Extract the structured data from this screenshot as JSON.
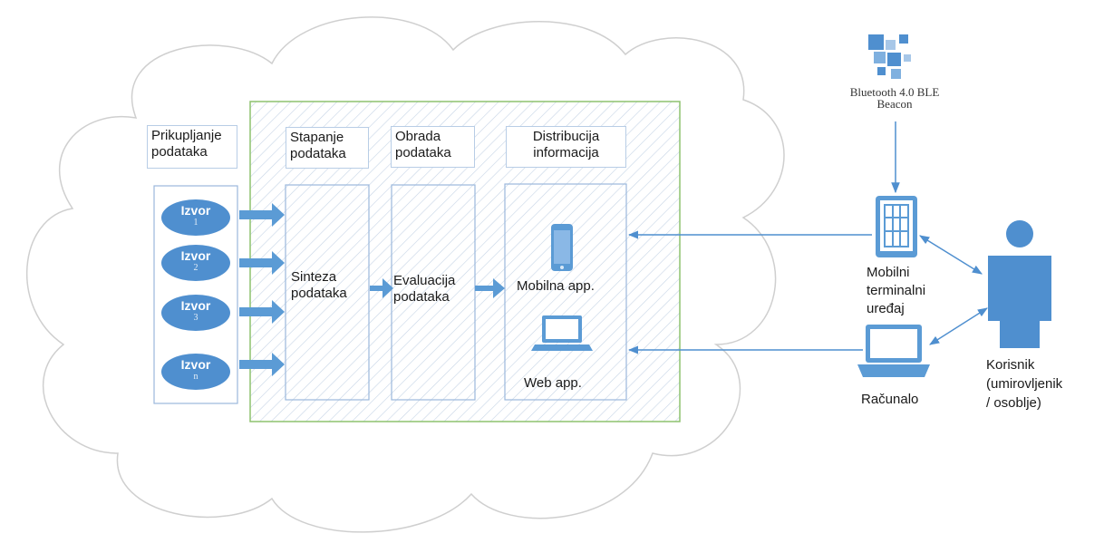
{
  "diagram": {
    "collection_header": [
      "Prikupljanje",
      "podataka"
    ],
    "fusion_header": [
      "Stapanje",
      "podataka"
    ],
    "processing_header": [
      "Obrada",
      "podataka"
    ],
    "distribution_header": [
      "Distribucija",
      "informacija"
    ],
    "sources": [
      {
        "label": "Izvor",
        "index": "1"
      },
      {
        "label": "Izvor",
        "index": "2"
      },
      {
        "label": "Izvor",
        "index": "3"
      },
      {
        "label": "Izvor",
        "index": "n"
      }
    ],
    "synthesis_label": [
      "Sinteza",
      "podataka"
    ],
    "evaluation_label": [
      "Evaluacija",
      "podataka"
    ],
    "mobile_app_label": "Mobilna app.",
    "web_app_label": "Web app.",
    "beacon_label": [
      "Bluetooth 4.0 BLE",
      "Beacon"
    ],
    "mobile_terminal_label": [
      "Mobilni",
      "terminalni",
      "uređaj"
    ],
    "computer_label": "Računalo",
    "user_label": [
      "Korisnik",
      "(umirovljenik",
      "/ osoblje)"
    ],
    "colors": {
      "accent_blue": "#4f8fcf",
      "box_border": "#9bb8dc",
      "frame_green": "#8dc26f",
      "cloud_outline": "#c9c9c9"
    }
  }
}
